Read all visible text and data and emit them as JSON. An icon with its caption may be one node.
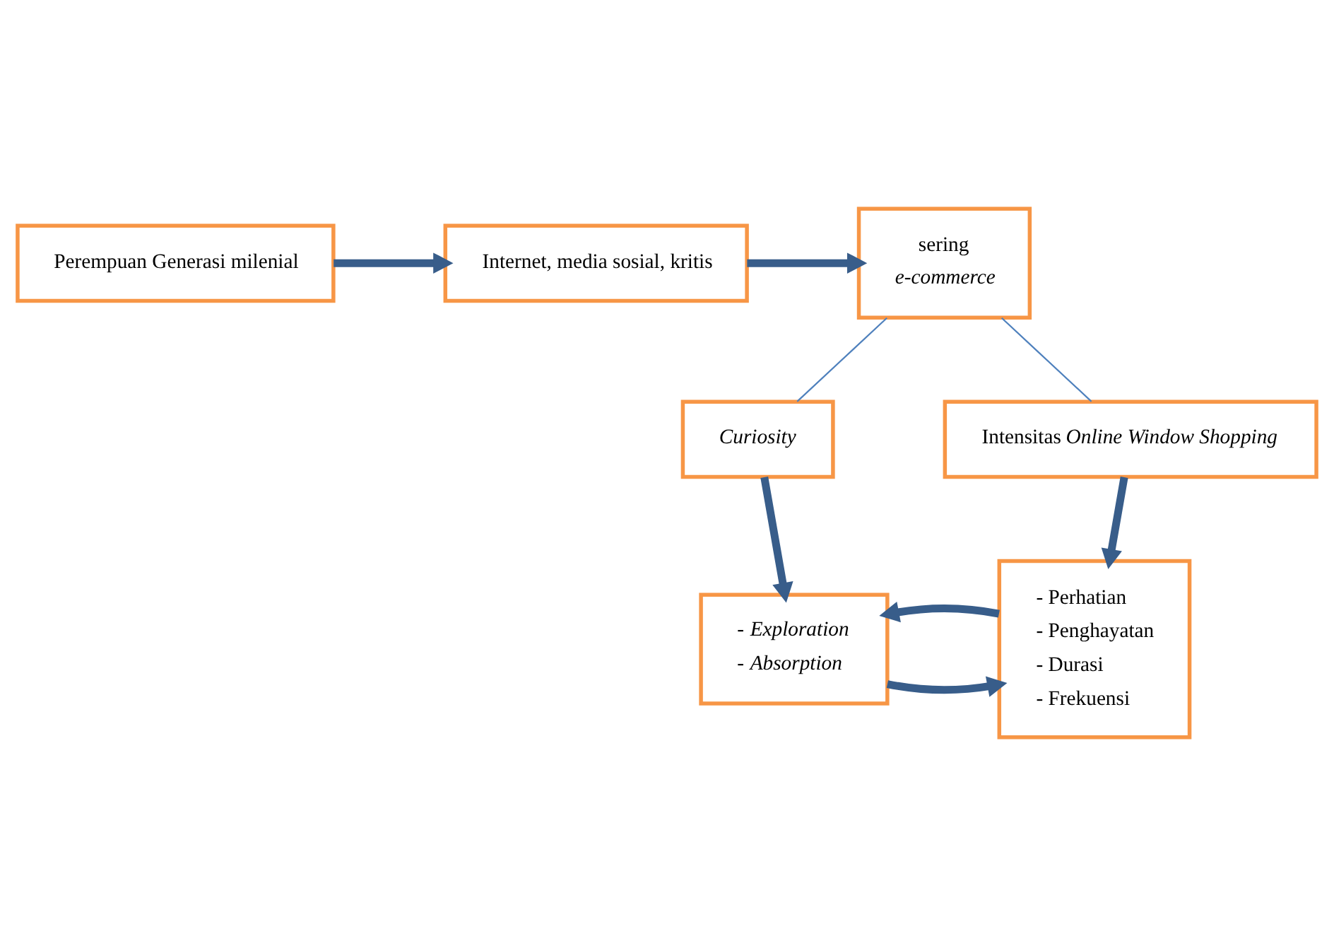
{
  "diagram": {
    "nodes": [
      {
        "text": [
          "Perempuan Generasi milenial"
        ]
      },
      {
        "text": [
          "Internet, media sosial, kritis"
        ]
      },
      {
        "text": [
          "sering",
          "*e-commerce*"
        ]
      },
      {
        "text": [
          "*Curiosity*"
        ]
      },
      {
        "text": [
          "Intensitas *Online Window Shopping*"
        ]
      },
      {
        "text": [
          "- *Exploration*",
          "- *Absorption*"
        ]
      },
      {
        "text": [
          "- Perhatian",
          "- Penghayatan",
          "- Durasi",
          "- Frekuensi"
        ]
      }
    ],
    "edges": [
      {
        "from": 0,
        "to": 1,
        "arrow": "to"
      },
      {
        "from": 1,
        "to": 2,
        "arrow": "to"
      },
      {
        "from": 2,
        "to": 3,
        "arrow": "none",
        "color": "#4f81bd"
      },
      {
        "from": 2,
        "to": 4,
        "arrow": "none",
        "color": "#4f81bd"
      },
      {
        "from": 3,
        "to": 5,
        "arrow": "to"
      },
      {
        "from": 4,
        "to": 6,
        "arrow": "to"
      },
      {
        "from": 5,
        "to": 6,
        "arrow": "to"
      },
      {
        "from": 6,
        "to": 5,
        "arrow": "to"
      }
    ]
  }
}
